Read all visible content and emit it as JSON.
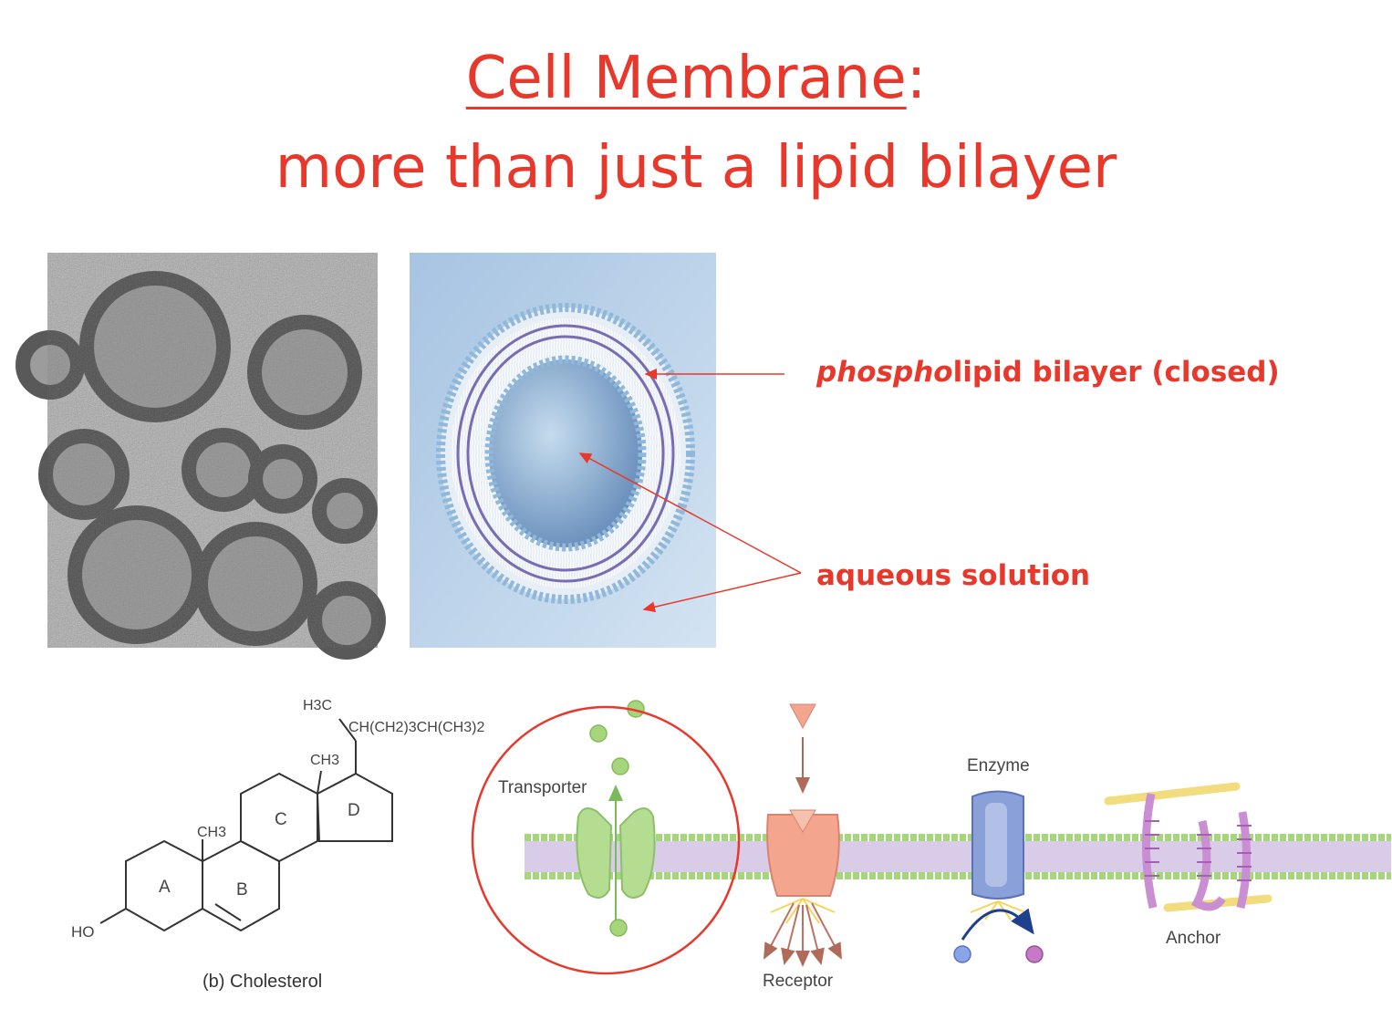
{
  "title": {
    "line1_main": "Cell Membrane",
    "line1_suffix": ":",
    "line2": "more than just a lipid bilayer"
  },
  "labels": {
    "bilayer_italic": "phospho",
    "bilayer_rest": "lipid bilayer (closed)",
    "aqueous": "aqueous solution"
  },
  "cholesterol": {
    "caption": "(b) Cholesterol",
    "rings": [
      "A",
      "B",
      "C",
      "D"
    ],
    "ho": "HO",
    "ch3_a": "CH3",
    "ch3_b": "CH3",
    "h3c": "H3C",
    "side_chain": "CH(CH2)3CH(CH3)2"
  },
  "proteins": {
    "transporter": "Transporter",
    "receptor": "Receptor",
    "enzyme": "Enzyme",
    "anchor": "Anchor"
  },
  "colors": {
    "accent_red": "#e8382b",
    "vesicle_bg": "#b9d2ea",
    "head_blue": "#9fc3df",
    "head_green": "#a6d67c",
    "tail_purple": "#b9a3d6"
  }
}
